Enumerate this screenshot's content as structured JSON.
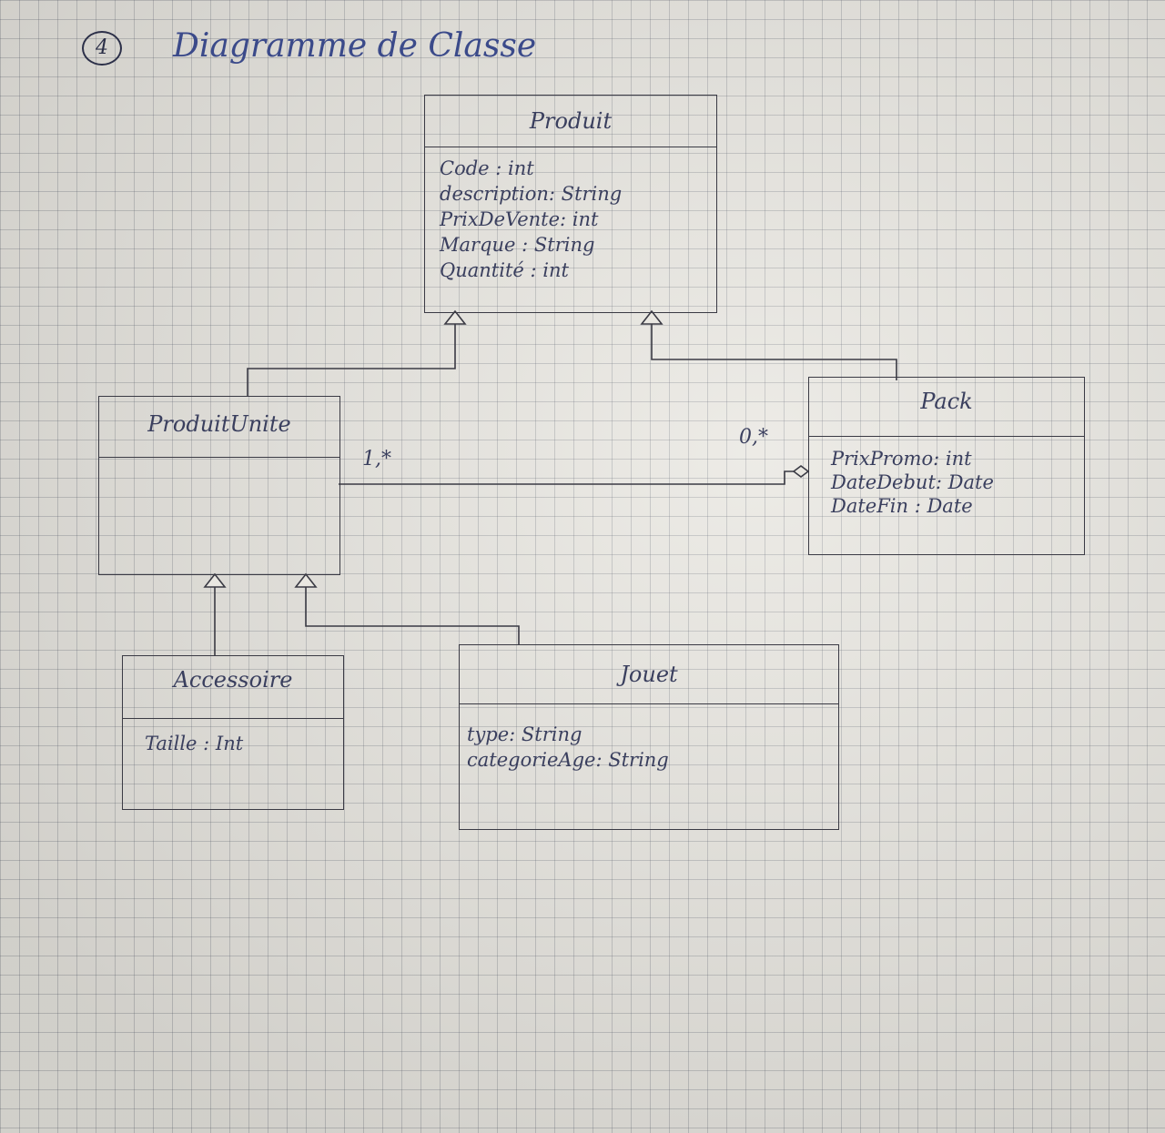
{
  "title": {
    "number": "4",
    "text": "Diagramme de Classe"
  },
  "classes": {
    "produit": {
      "name": "Produit",
      "attributes": [
        "Code : int",
        "description: String",
        "PrixDeVente: int",
        "Marque : String",
        "Quantité : int"
      ]
    },
    "pack": {
      "name": "Pack",
      "attributes": [
        "PrixPromo: int",
        "DateDebut: Date",
        "DateFin : Date"
      ]
    },
    "produit_unite": {
      "name": "ProduitUnite",
      "attributes": []
    },
    "accessoire": {
      "name": "Accessoire",
      "attributes": [
        "Taille : Int"
      ]
    },
    "jouet": {
      "name": "Jouet",
      "attributes": [
        "type: String",
        "categorieAge: String"
      ]
    }
  },
  "relations": {
    "produitunite_inherits_produit": {
      "kind": "generalization",
      "from": "ProduitUnite",
      "to": "Produit"
    },
    "pack_inherits_produit": {
      "kind": "generalization",
      "from": "Pack",
      "to": "Produit"
    },
    "accessoire_inherits_produitunite": {
      "kind": "generalization",
      "from": "Accessoire",
      "to": "ProduitUnite"
    },
    "jouet_inherits_produitunite": {
      "kind": "generalization",
      "from": "Jouet",
      "to": "ProduitUnite"
    },
    "pack_aggregates_produitunite": {
      "kind": "aggregation",
      "whole": "Pack",
      "part": "ProduitUnite",
      "mult_part_end": "1,*",
      "mult_whole_end": "0,*"
    }
  }
}
